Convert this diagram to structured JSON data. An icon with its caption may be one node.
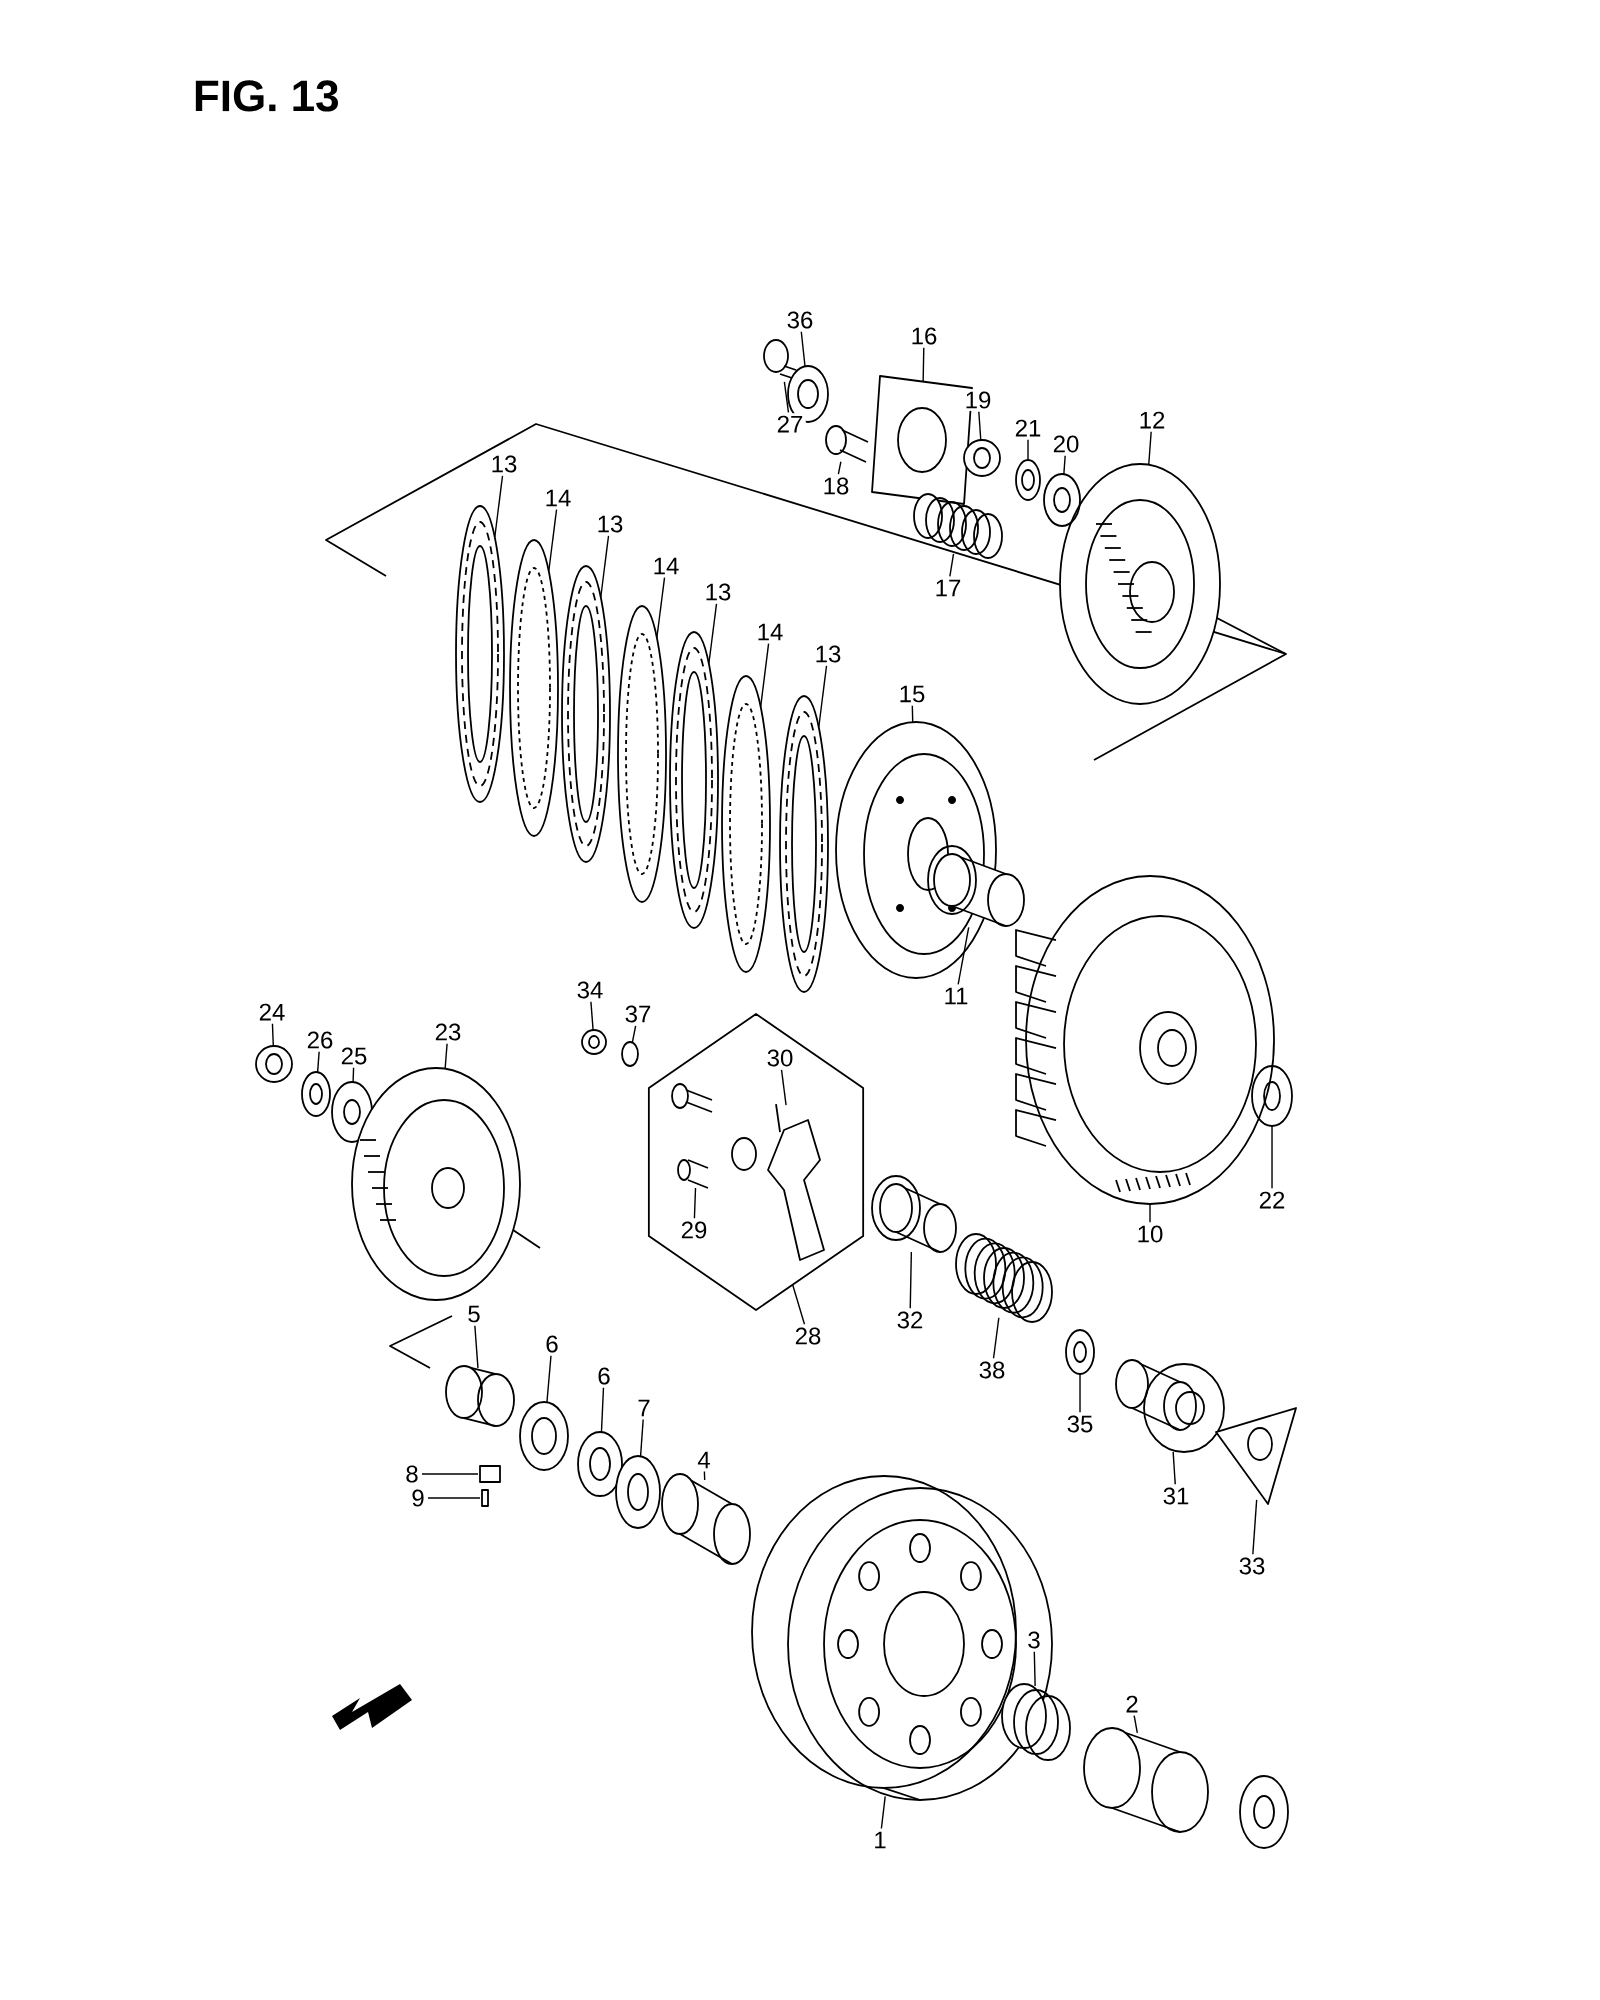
{
  "diagram": {
    "title": "FIG. 13",
    "nodes": [
      {
        "text": [
          "36"
        ]
      },
      {
        "text": [
          "16"
        ]
      },
      {
        "text": [
          "19"
        ]
      },
      {
        "text": [
          "12"
        ]
      },
      {
        "text": [
          "27"
        ]
      },
      {
        "text": [
          "21"
        ]
      },
      {
        "text": [
          "20"
        ]
      },
      {
        "text": [
          "13"
        ]
      },
      {
        "text": [
          "14"
        ]
      },
      {
        "text": [
          "18"
        ]
      },
      {
        "text": [
          "13"
        ]
      },
      {
        "text": [
          "14"
        ]
      },
      {
        "text": [
          "17"
        ]
      },
      {
        "text": [
          "13"
        ]
      },
      {
        "text": [
          "14"
        ]
      },
      {
        "text": [
          "13"
        ]
      },
      {
        "text": [
          "15"
        ]
      },
      {
        "text": [
          "11"
        ]
      },
      {
        "text": [
          "34"
        ]
      },
      {
        "text": [
          "37"
        ]
      },
      {
        "text": [
          "24"
        ]
      },
      {
        "text": [
          "23"
        ]
      },
      {
        "text": [
          "26"
        ]
      },
      {
        "text": [
          "25"
        ]
      },
      {
        "text": [],
        "shape": "hexagon"
      },
      {
        "text": [
          "30"
        ],
        "in": 24
      },
      {
        "text": [
          "22"
        ]
      },
      {
        "text": [
          "29"
        ],
        "in": 24
      },
      {
        "text": [
          "10"
        ]
      },
      {
        "text": [
          "5"
        ]
      },
      {
        "text": [
          "28"
        ]
      },
      {
        "text": [
          "32"
        ]
      },
      {
        "text": [
          "6"
        ]
      },
      {
        "text": [
          "38"
        ]
      },
      {
        "text": [
          "6"
        ]
      },
      {
        "text": [
          "7"
        ]
      },
      {
        "text": [
          "35"
        ]
      },
      {
        "text": [
          "4"
        ]
      },
      {
        "text": [
          "8"
        ]
      },
      {
        "text": [
          "31"
        ]
      },
      {
        "text": [
          "9"
        ]
      },
      {
        "text": [
          "33"
        ]
      },
      {
        "text": [
          "3"
        ]
      },
      {
        "text": [
          "2"
        ]
      },
      {
        "text": [
          "1"
        ]
      },
      {
        "text": [],
        "shape": "picture"
      },
      {
        "text": [],
        "shape": "picture"
      },
      {
        "text": [],
        "shape": "picture"
      },
      {
        "text": [],
        "shape": "picture"
      },
      {
        "text": [],
        "shape": "circle"
      },
      {
        "text": [],
        "shape": "picture"
      },
      {
        "text": [],
        "shape": "picture"
      },
      {
        "text": [],
        "shape": "picture"
      },
      {
        "text": [],
        "shape": "picture"
      },
      {
        "text": [],
        "shape": "picture"
      },
      {
        "text": [],
        "shape": "picture"
      },
      {
        "text": [],
        "shape": "picture"
      },
      {
        "text": [],
        "shape": "picture"
      },
      {
        "text": [],
        "shape": "picture"
      },
      {
        "text": [],
        "shape": "picture"
      },
      {
        "text": [],
        "shape": "picture"
      },
      {
        "text": [],
        "shape": "picture"
      },
      {
        "text": [],
        "shape": "picture"
      },
      {
        "text": [],
        "shape": "picture"
      },
      {
        "text": [],
        "shape": "circle"
      },
      {
        "text": [],
        "shape": "picture"
      },
      {
        "text": [],
        "shape": "picture"
      },
      {
        "text": [],
        "shape": "picture"
      },
      {
        "text": [],
        "shape": "picture"
      },
      {
        "text": [],
        "shape": "picture",
        "in": 24
      },
      {
        "text": [],
        "shape": "picture"
      },
      {
        "text": [],
        "shape": "picture",
        "in": 24
      },
      {
        "text": [],
        "shape": "picture"
      },
      {
        "text": [],
        "shape": "picture"
      },
      {
        "text": [],
        "shape": "picture"
      },
      {
        "text": [],
        "shape": "picture"
      },
      {
        "text": [],
        "shape": "picture"
      },
      {
        "text": [],
        "shape": "picture"
      },
      {
        "text": [],
        "shape": "picture"
      },
      {
        "text": [],
        "shape": "picture"
      },
      {
        "text": [],
        "shape": "picture"
      },
      {
        "text": [],
        "shape": "box"
      },
      {
        "text": [],
        "shape": "picture"
      },
      {
        "text": [],
        "shape": "box"
      },
      {
        "text": [],
        "shape": "picture"
      },
      {
        "text": [],
        "shape": "circle"
      },
      {
        "text": [],
        "shape": "picture"
      },
      {
        "text": [],
        "shape": "picture"
      }
    ],
    "edges": [
      {
        "from": 0,
        "to": 45,
        "arrow": "none"
      },
      {
        "from": 1,
        "to": 46,
        "arrow": "none"
      },
      {
        "from": 2,
        "to": 47,
        "arrow": "none"
      },
      {
        "from": 3,
        "to": 48,
        "arrow": "none"
      },
      {
        "from": 4,
        "to": 49,
        "arrow": "none"
      },
      {
        "from": 5,
        "to": 50,
        "arrow": "none"
      },
      {
        "from": 6,
        "to": 51,
        "arrow": "none"
      },
      {
        "from": 7,
        "to": 52,
        "arrow": "none"
      },
      {
        "from": 8,
        "to": 53,
        "arrow": "none"
      },
      {
        "from": 9,
        "to": 54,
        "arrow": "none"
      },
      {
        "from": 10,
        "to": 55,
        "arrow": "none"
      },
      {
        "from": 11,
        "to": 56,
        "arrow": "none"
      },
      {
        "from": 12,
        "to": 57,
        "arrow": "none"
      },
      {
        "from": 13,
        "to": 58,
        "arrow": "none"
      },
      {
        "from": 14,
        "to": 59,
        "arrow": "none"
      },
      {
        "from": 15,
        "to": 60,
        "arrow": "none"
      },
      {
        "from": 16,
        "to": 61,
        "arrow": "none"
      },
      {
        "from": 17,
        "to": 62,
        "arrow": "none"
      },
      {
        "from": 18,
        "to": 63,
        "arrow": "none"
      },
      {
        "from": 19,
        "to": 64,
        "arrow": "none"
      },
      {
        "from": 20,
        "to": 65,
        "arrow": "none"
      },
      {
        "from": 21,
        "to": 66,
        "arrow": "none"
      },
      {
        "from": 22,
        "to": 67,
        "arrow": "none"
      },
      {
        "from": 23,
        "to": 68,
        "arrow": "none"
      },
      {
        "from": 25,
        "to": 69,
        "arrow": "none"
      },
      {
        "from": 26,
        "to": 70,
        "arrow": "none"
      },
      {
        "from": 27,
        "to": 71,
        "arrow": "none"
      },
      {
        "from": 28,
        "to": 72,
        "arrow": "none"
      },
      {
        "from": 29,
        "to": 73,
        "arrow": "none"
      },
      {
        "from": 30,
        "to": 24,
        "arrow": "none"
      },
      {
        "from": 31,
        "to": 74,
        "arrow": "none"
      },
      {
        "from": 32,
        "to": 75,
        "arrow": "none"
      },
      {
        "from": 33,
        "to": 76,
        "arrow": "none"
      },
      {
        "from": 34,
        "to": 77,
        "arrow": "none"
      },
      {
        "from": 35,
        "to": 78,
        "arrow": "none"
      },
      {
        "from": 36,
        "to": 79,
        "arrow": "none"
      },
      {
        "from": 37,
        "to": 80,
        "arrow": "none"
      },
      {
        "from": 38,
        "to": 81,
        "arrow": "none"
      },
      {
        "from": 39,
        "to": 82,
        "arrow": "none"
      },
      {
        "from": 40,
        "to": 83,
        "arrow": "none"
      },
      {
        "from": 41,
        "to": 84,
        "arrow": "none"
      },
      {
        "from": 42,
        "to": 85,
        "arrow": "none"
      },
      {
        "from": 43,
        "to": 86,
        "arrow": "none"
      },
      {
        "from": 44,
        "to": 87,
        "arrow": "none"
      }
    ]
  }
}
